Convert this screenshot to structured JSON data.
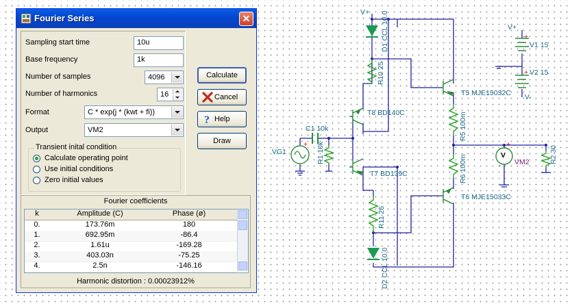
{
  "dialog": {
    "title": "Fourier Series",
    "fields": {
      "sampling_start_time": {
        "label": "Sampling start time",
        "value": "10u"
      },
      "base_frequency": {
        "label": "Base frequency",
        "value": "1k"
      },
      "number_of_samples": {
        "label": "Number of samples",
        "value": "4096"
      },
      "number_of_harmonics": {
        "label": "Number of harmonics",
        "value": "16"
      },
      "format": {
        "label": "Format",
        "value": "C * exp(j * (kwt + fi))"
      },
      "output": {
        "label": "Output",
        "value": "VM2"
      }
    },
    "transient_group": {
      "title": "Transient inital condition",
      "options": [
        "Calculate operating point",
        "Use initial conditions",
        "Zero initial values"
      ],
      "selected": "Calculate operating point"
    },
    "buttons": {
      "calculate": "Calculate",
      "cancel": "Cancel",
      "help": "Help",
      "draw": "Draw"
    },
    "coefficients": {
      "title": "Fourier coefficients",
      "columns": [
        "k",
        "Amplitude (C)",
        "Phase (ø)"
      ],
      "rows": [
        [
          "0.",
          "173.76m",
          "180"
        ],
        [
          "1.",
          "692.95m",
          "-86.4"
        ],
        [
          "2.",
          "1.61u",
          "-169.28"
        ],
        [
          "3.",
          "403.03n",
          "-75.25"
        ],
        [
          "4.",
          "2.5n",
          "-146.16"
        ]
      ],
      "harmonic_distortion_label": "Harmonic distortion :",
      "harmonic_distortion_value": "0.00023912%"
    }
  },
  "schematic": {
    "labels": {
      "vplus_top": "V+",
      "d1": "D1 CCL 10.0",
      "r10": "R10 25",
      "t8": "T8 BD140C",
      "c1": "C1 10k",
      "vg1": "VG1",
      "r1": "R1 10k",
      "t7": "T7 BD139C",
      "r11": "R11 25",
      "d2": "D2 CCL 10.0",
      "t5": "T5 MJE15032C",
      "r5": "R5 100m",
      "r6": "R6 100m",
      "t6": "T6 MJE15033C",
      "vplus_supply": "V+",
      "v1": "V1 15",
      "v2": "V2 15",
      "vminus_supply": "V-",
      "voltmeter": "V",
      "vm2": "VM2",
      "r2": "R2 30",
      "plus": "+",
      "minus": "-"
    },
    "colors": {
      "wire": "#1f1fa0",
      "component": "#2a8a3a",
      "diode": "#1a9a50",
      "resistor": "#20a020",
      "label": "#1a6a8a",
      "meter_label": "#7a1a7a"
    }
  }
}
